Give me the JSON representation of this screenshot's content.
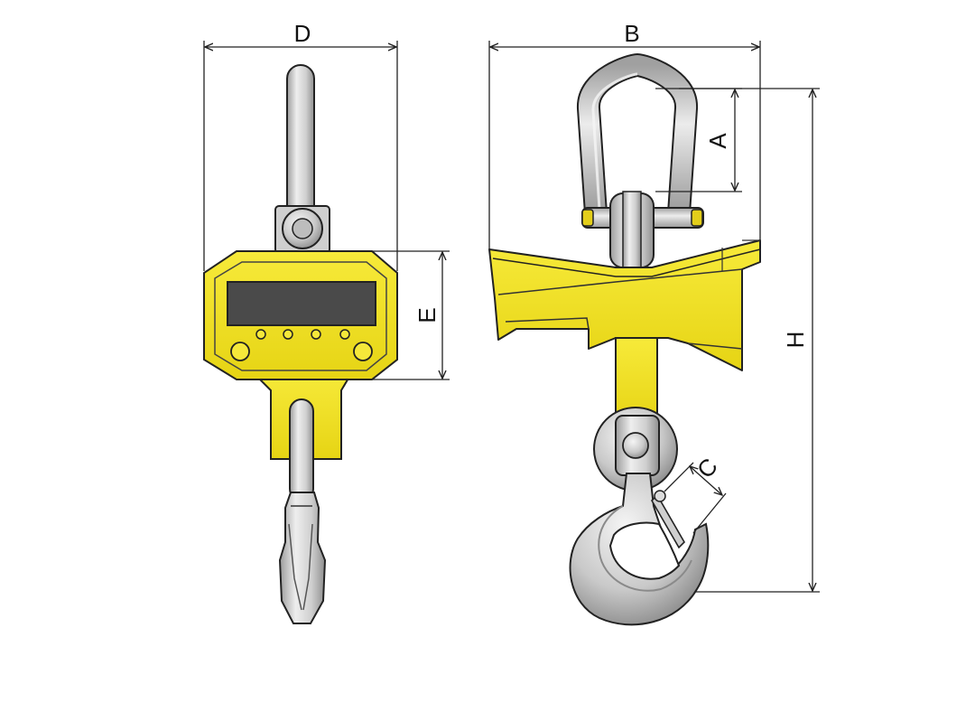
{
  "dimensions": {
    "A": "A",
    "B": "B",
    "C": "C",
    "D": "D",
    "E": "E",
    "H": "H"
  },
  "colors": {
    "body_yellow": "#F2E21E",
    "body_yellow_shade": "#D9C80F",
    "display": "#4A4A4A",
    "steel": "#D8D8D8",
    "steel_shade": "#A9A9A9",
    "outline": "#222222"
  },
  "parts": {
    "front_view": [
      "top-eye-rod",
      "swivel-block",
      "scale-housing",
      "display-screen",
      "control-buttons",
      "neck-plate",
      "hook-side-profile"
    ],
    "side_view": [
      "shackle",
      "shackle-pin",
      "scale-housing-side",
      "swivel-yoke",
      "swivel-wheel",
      "hook",
      "safety-latch"
    ]
  }
}
